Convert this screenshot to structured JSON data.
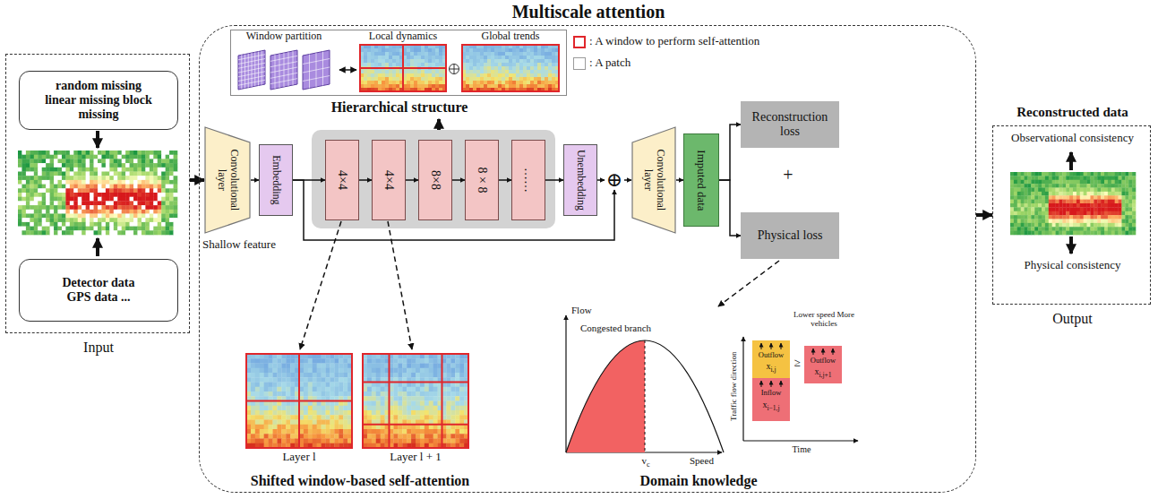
{
  "diagram": {
    "nodes": [
      {
        "text": [
          "Input"
        ]
      },
      {
        "text": [
          "random missing linear missing block missing"
        ],
        "in": 0
      },
      {
        "text": [
          "Detector data GPS data ..."
        ],
        "in": 0
      },
      {
        "text": [
          "Multiscale attention"
        ]
      },
      {
        "text": [
          "Hierarchical structure"
        ],
        "in": 3
      },
      {
        "text": [
          "Convolutional layer"
        ],
        "in": 3
      },
      {
        "text": [
          "Embedding"
        ],
        "in": 3
      },
      {
        "text": [
          "4×4"
        ],
        "in": 3
      },
      {
        "text": [
          "4×4"
        ],
        "in": 3
      },
      {
        "text": [
          "8×8"
        ],
        "in": 3
      },
      {
        "text": [
          "8 × 8"
        ],
        "in": 3
      },
      {
        "text": [
          "……"
        ],
        "in": 3
      },
      {
        "text": [
          "Unembedding"
        ],
        "in": 3
      },
      {
        "text": [
          "⊕"
        ],
        "in": 3
      },
      {
        "text": [
          "Convolutional layer"
        ],
        "in": 3
      },
      {
        "text": [
          "Imputed data"
        ],
        "in": 3
      },
      {
        "text": [
          "Reconstruction loss"
        ],
        "in": 3
      },
      {
        "text": [
          "Physical loss"
        ],
        "in": 3
      },
      {
        "text": [
          "Reconstructed data",
          "Observational consistency",
          "Physical consistency",
          "Output"
        ]
      }
    ],
    "edges": [
      {
        "from": 0,
        "to": 5,
        "arrow": "to"
      },
      {
        "from": 5,
        "to": 6,
        "arrow": "to"
      },
      {
        "from": 6,
        "to": 7,
        "arrow": "to"
      },
      {
        "from": 7,
        "to": 8,
        "arrow": "to"
      },
      {
        "from": 8,
        "to": 9,
        "arrow": "to"
      },
      {
        "from": 9,
        "to": 10,
        "arrow": "to"
      },
      {
        "from": 10,
        "to": 11,
        "arrow": "to"
      },
      {
        "from": 11,
        "to": 12,
        "arrow": "to"
      },
      {
        "from": 12,
        "to": 13,
        "arrow": "to"
      },
      {
        "from": 6,
        "to": 13,
        "arrow": "to"
      },
      {
        "from": 13,
        "to": 14,
        "arrow": "to"
      },
      {
        "from": 14,
        "to": 15,
        "arrow": "to"
      },
      {
        "from": 15,
        "to": 16,
        "arrow": "to"
      },
      {
        "from": 15,
        "to": 17,
        "arrow": "to"
      },
      {
        "from": 3,
        "to": 18,
        "arrow": "to"
      }
    ],
    "labels": [
      "Window partition",
      "Local dynamics",
      "Global trends",
      "Shallow feature",
      "Shifted window-based self-attention",
      "Layer l",
      "Layer l + 1",
      "Domain knowledge",
      "Flow",
      "Congested branch",
      "vc",
      "Speed",
      "Lower speed More vehicles",
      "Traffic flow direction",
      "Outflow",
      "xi,j",
      "Inflow",
      "xi−1,j",
      "≥",
      "Outflow",
      "xi,j+1",
      "Time",
      "+"
    ],
    "legend": [
      {
        "text": ": A window to perform self-attention"
      },
      {
        "text": ": A patch"
      }
    ]
  }
}
